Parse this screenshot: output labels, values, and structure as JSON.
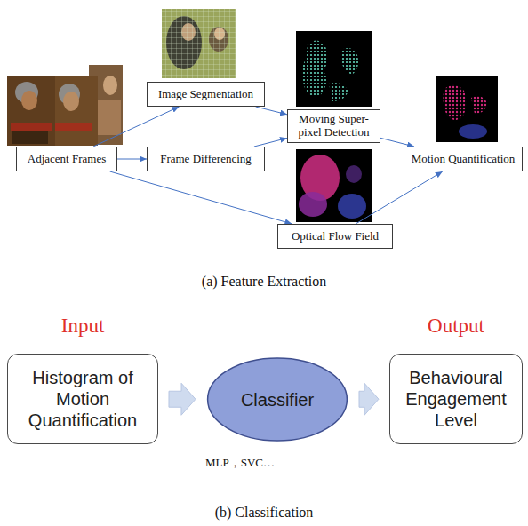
{
  "diagram": {
    "nodes": [
      {
        "text": [
          "Adjacent Frames"
        ]
      },
      {
        "text": [
          "Image Segmentation"
        ]
      },
      {
        "text": [
          "Frame Differencing"
        ]
      },
      {
        "text": [
          "Moving Super-pixel Detection"
        ]
      },
      {
        "text": [
          "Optical Flow Field"
        ]
      },
      {
        "text": [
          "Motion Quantification"
        ]
      },
      {
        "text": [
          "Input",
          "Histogram of Motion Quantification"
        ]
      },
      {
        "text": [
          "Classifier"
        ]
      },
      {
        "text": [
          "Output",
          "Behavioural Engagement Level"
        ]
      }
    ],
    "edges": [
      {
        "from": 0,
        "to": 1,
        "arrow": "to"
      },
      {
        "from": 0,
        "to": 2,
        "arrow": "to"
      },
      {
        "from": 0,
        "to": 4,
        "arrow": "to"
      },
      {
        "from": 1,
        "to": 3,
        "arrow": "to"
      },
      {
        "from": 2,
        "to": 3,
        "arrow": "to"
      },
      {
        "from": 3,
        "to": 5,
        "arrow": "to"
      },
      {
        "from": 4,
        "to": 5,
        "arrow": "to"
      },
      {
        "from": 6,
        "to": 7,
        "arrow": "to"
      },
      {
        "from": 7,
        "to": 8,
        "arrow": "to"
      }
    ],
    "labels": [
      "(a) Feature Extraction",
      "MLP，SVC…",
      "(b) Classification"
    ]
  }
}
